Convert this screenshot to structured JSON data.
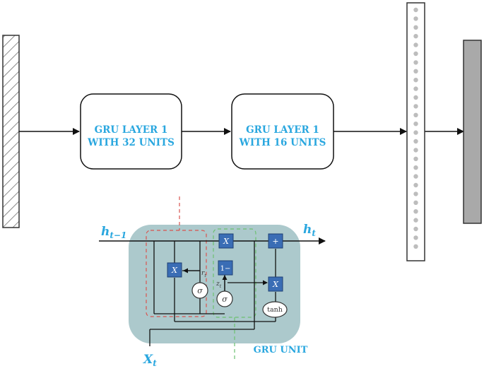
{
  "diagram": {
    "gru_layer_1": {
      "line1": "GRU LAYER 1",
      "line2": "WITH 32 UNITS"
    },
    "gru_layer_2": {
      "line1": "GRU LAYER 1",
      "line2": "WITH 16 UNITS"
    },
    "gru_unit": {
      "caption": "GRU UNIT",
      "h_prev": "h",
      "h_prev_sub": "t−1",
      "h_out": "h",
      "h_out_sub": "t",
      "x_in": "X",
      "x_in_sub": "t",
      "mult": "X",
      "add": "+",
      "one_minus": "1−",
      "sigma": "σ",
      "tanh": "tanh",
      "r_label": "r",
      "r_sub": "t",
      "z_label": "z",
      "z_sub": "t"
    },
    "colors": {
      "accent_text": "#2aa7df",
      "gate_blue": "#3a6db5",
      "unit_bg": "#9dbfc3",
      "red_dash": "#d9534f",
      "green_dash": "#6cc070",
      "dense_layer": "#a9a9a9"
    }
  }
}
